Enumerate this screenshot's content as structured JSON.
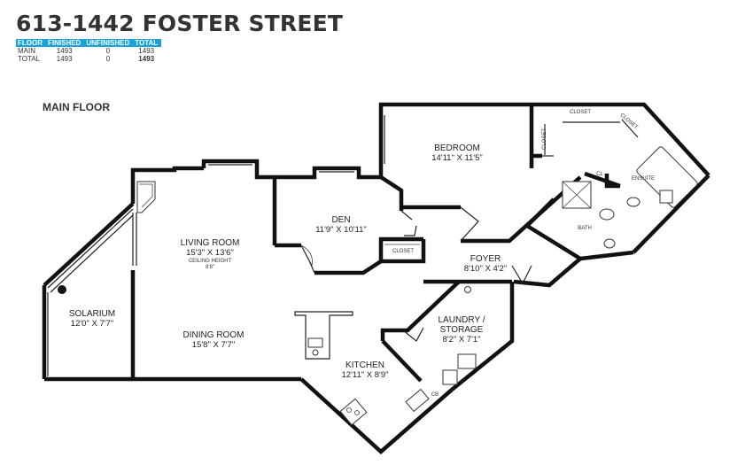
{
  "title": "613-1442 FOSTER STREET",
  "area_table": {
    "headers": [
      "FLOOR",
      "FINISHED",
      "UNFINISHED",
      "TOTAL"
    ],
    "rows": [
      [
        "MAIN",
        "1493",
        "0",
        "1493"
      ],
      [
        "TOTAL",
        "1493",
        "0",
        "1493"
      ]
    ]
  },
  "floor_label": "MAIN FLOOR",
  "rooms": {
    "bedroom": {
      "name": "BEDROOM",
      "dims": "14'11\" X 11'5\""
    },
    "den": {
      "name": "DEN",
      "dims": "11'9\" X 10'11\""
    },
    "living": {
      "name": "LIVING ROOM",
      "dims": "15'3\" X 13'6\"",
      "note1": "CEILING HEIGHT",
      "note2": "8'8\""
    },
    "solarium": {
      "name": "SOLARIUM",
      "dims": "12'0\" X 7'7\""
    },
    "dining": {
      "name": "DINING ROOM",
      "dims": "15'8\" X 7'7\""
    },
    "kitchen": {
      "name": "KITCHEN",
      "dims": "12'11\" X 8'9\""
    },
    "foyer": {
      "name": "FOYER",
      "dims": "8'10\" X 4'2\""
    },
    "laundry": {
      "name1": "LAUNDRY /",
      "name2": "STORAGE",
      "dims": "8'2\" X 7'1\""
    },
    "bath": {
      "name": "BATH"
    },
    "ensuite": {
      "name": "ENSUITE"
    }
  },
  "small_labels": {
    "closet_den": "CLOSET",
    "closet_top": "CLOSET",
    "closet_diag": "CLOSET",
    "closet_vert": "CLOSET",
    "cl": "CL",
    "cb": "CB"
  },
  "colors": {
    "accent": "#1aa3db",
    "wall": "#111111"
  }
}
